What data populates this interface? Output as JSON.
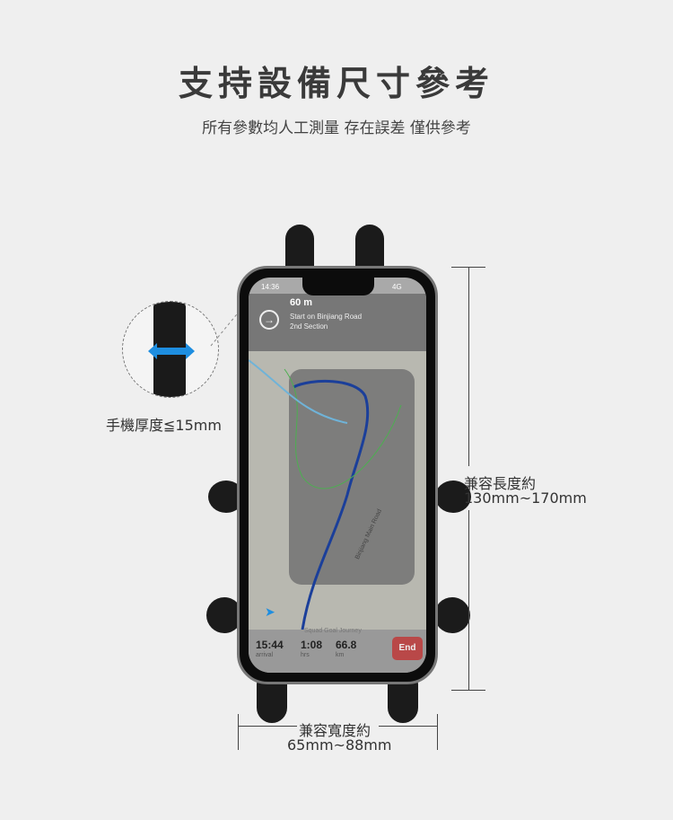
{
  "title": "支持設備尺寸參考",
  "subtitle": "所有參數均人工測量 存在誤差 僅供參考",
  "thickness_label": "手機厚度≦15mm",
  "length": {
    "label": "兼容長度約",
    "range": "130mm~170mm"
  },
  "width": {
    "label": "兼容寬度約",
    "range": "65mm~88mm"
  },
  "phone_screen": {
    "time": "14:36",
    "network": "4G",
    "distance": "60 m",
    "instruction_line1": "Start on Binjiang Road",
    "instruction_line2": "2nd Section",
    "road_label": "Binjiang Main Road",
    "route_name": "Squad Goal Journey",
    "arrival_time": "15:44",
    "arrival_label": "arrival",
    "duration": "1:08",
    "duration_label": "hrs",
    "distance_total": "66.8",
    "distance_unit": "km",
    "end_button": "End"
  },
  "colors": {
    "background": "#efefef",
    "arrow": "#1e8ee0",
    "end_button": "#b94848"
  }
}
